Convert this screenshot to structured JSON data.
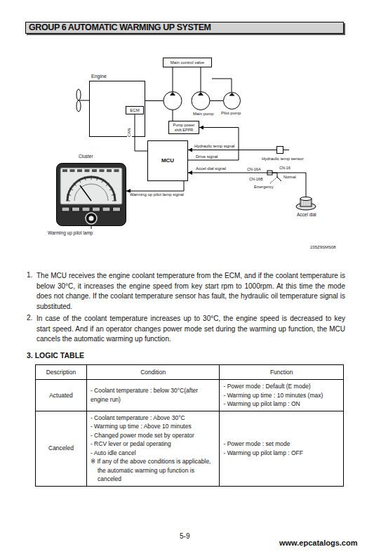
{
  "diagram": {
    "title": "GROUP 6 AUTOMATIC WARMING UP SYSTEM",
    "nodes": [
      {
        "text": [
          "Engine"
        ]
      },
      {
        "text": [
          "ECM"
        ],
        "in": 0
      },
      {
        "text": [
          "Main control valve"
        ]
      },
      {
        "text": [
          "Main pump"
        ]
      },
      {
        "text": [
          "Pilot pump"
        ]
      },
      {
        "text": [
          "Pump power shift EPPR"
        ]
      },
      {
        "text": [
          "MCU"
        ]
      },
      {
        "text": [
          "Cluster",
          "Warming up pilot lamp"
        ]
      },
      {
        "text": [
          "Hydraulic temp sensor"
        ]
      },
      {
        "text": [
          "Accel dial"
        ]
      }
    ],
    "edges": [
      {
        "from": 1,
        "to": 6,
        "label": "CAN",
        "arrow": "none"
      },
      {
        "from": 8,
        "to": 6,
        "label": "Hydraulic temp signal",
        "arrow": "to"
      },
      {
        "from": 6,
        "to": 5,
        "label": "Drive signal",
        "arrow": "to"
      },
      {
        "from": 9,
        "to": 6,
        "label": "Accel dial signal",
        "arrow": "to"
      },
      {
        "from": 6,
        "to": 7,
        "label": "Warming up pilot lamp signal",
        "arrow": "to"
      },
      {
        "from": 5,
        "to": 3,
        "arrow": "none"
      },
      {
        "from": 3,
        "to": 2,
        "arrow": "none"
      },
      {
        "from": 0,
        "to": 3,
        "arrow": "none"
      },
      {
        "from": 3,
        "to": 4,
        "arrow": "none"
      }
    ],
    "labels": [
      "235Z9SMS08",
      "CN-16A",
      "CN-16",
      "Normal",
      "CN-16B",
      "Emergency",
      "1.",
      "The MCU receives the engine coolant temperature from the ECM, and if the coolant temperature is below 30°C, it increases the engine speed from key start rpm to 1000rpm.  At this time the mode does not change. If the coolant temperature sensor has fault, the hydraulic oil temperature signal is substituted.",
      "2.",
      "In case of the coolant temperature increases up to 30°C, the engine speed is decreased to key start speed.  And if an operator changes power mode set during the warming up function, the MCU cancels the automatic warming up function.",
      "3. LOGIC TABLE",
      "Description",
      "Condition",
      "Function",
      "Actuated",
      "- Coolant temperature : below 30°C(after engine run)",
      "- Power mode : Default (E mode)",
      "- Warming up time : 10 minutes (max)",
      "- Warming up pilot lamp : ON",
      "Canceled",
      "- Coolant temperature : Above 30°C",
      "- Warming up time : Above 10 minutes",
      "- Changed power mode set by operator",
      "- RCV lever or pedal operating",
      "- Auto idle cancel",
      "※ If any of the above conditions is applicable, the automatic warming up function is canceled",
      "- Power mode : set mode",
      "- Warming up pilot lamp : OFF",
      "5-9",
      "www.epcatalogs.com"
    ]
  }
}
